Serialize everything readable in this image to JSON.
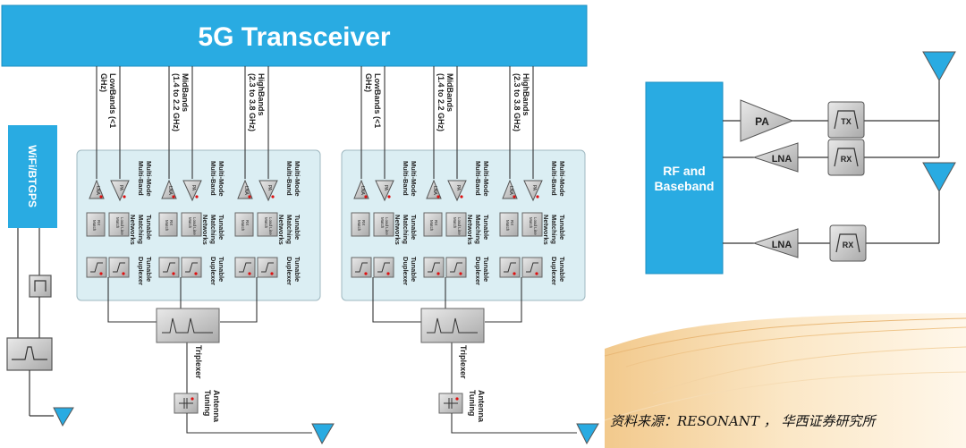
{
  "transceiver": {
    "title": "5G Transceiver"
  },
  "wifi": {
    "label": "WiFi/BTGPS"
  },
  "bands": {
    "low": [
      "LowBands (<1",
      "GHz)"
    ],
    "mid": [
      "MidBands",
      "(1.4 to 2.2 GHz)"
    ],
    "high": [
      "HighBands",
      "(2.3 to 3.8 GHz)"
    ]
  },
  "module": {
    "mode": [
      "Multi-Mode",
      "Multi-Band"
    ],
    "matching": [
      "Tunable",
      "Matching",
      "Networks"
    ],
    "duplexer": [
      "Tunable",
      "Duplexer"
    ],
    "lna": "LNA",
    "pa": "PA",
    "rx_match": [
      "RX",
      "Match"
    ],
    "load_line": [
      "Load Line",
      "Match"
    ]
  },
  "triplexer": "Triplexer",
  "antenna_tuning": [
    "Antenna",
    "Tuning"
  ],
  "rf_block": {
    "baseband": [
      "RF and",
      "Baseband"
    ],
    "pa": "PA",
    "lna": "LNA",
    "tx": "TX",
    "rx": "RX"
  },
  "source": "资料来源：RESONANT ， 华西证券研究所",
  "colors": {
    "blue": "#29abe2",
    "panel": "#dbeef3",
    "box": "#bdbdbd",
    "line": "#333333"
  }
}
